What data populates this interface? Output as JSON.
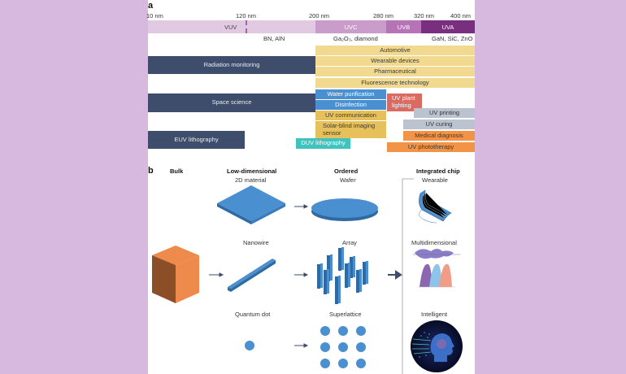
{
  "panel_a": {
    "label": "a",
    "ticks": [
      "10 nm",
      "120 nm",
      "200 nm",
      "280 nm",
      "320 nm",
      "400 nm"
    ],
    "bands": [
      {
        "name": "VUV",
        "color": "#e2c9e2"
      },
      {
        "name": "UVC",
        "color": "#c99ccb"
      },
      {
        "name": "UVB",
        "color": "#b673b6"
      },
      {
        "name": "UVA",
        "color": "#7a2e7f"
      }
    ],
    "materials": [
      "BN, AlN",
      "Ga₂O₃, diamond",
      "GaN, SiC, ZnO"
    ],
    "applications": [
      {
        "label": "Automotive",
        "category": "yellow"
      },
      {
        "label": "Wearable devices",
        "category": "yellow"
      },
      {
        "label": "Pharmaceutical",
        "category": "yellow"
      },
      {
        "label": "Fluorescence technology",
        "category": "yellow"
      },
      {
        "label": "Radiation monitoring",
        "category": "dark"
      },
      {
        "label": "Space science",
        "category": "dark"
      },
      {
        "label": "EUV lithography",
        "category": "dark"
      },
      {
        "label": "Water purification",
        "category": "blue"
      },
      {
        "label": "Disinfection",
        "category": "blue"
      },
      {
        "label": "UV plant lighting",
        "category": "red"
      },
      {
        "label": "UV communication",
        "category": "gold"
      },
      {
        "label": "Solar-blind imaging sensor",
        "category": "gold"
      },
      {
        "label": "UV printing",
        "category": "grey"
      },
      {
        "label": "UV curing",
        "category": "grey"
      },
      {
        "label": "Medical diagnosis",
        "category": "orange"
      },
      {
        "label": "UV phototherapy",
        "category": "orange"
      },
      {
        "label": "DUV lithography",
        "category": "teal"
      }
    ]
  },
  "panel_b": {
    "label": "b",
    "columns": {
      "bulk": "Bulk",
      "low_dimensional": "Low-dimensional",
      "ordered": "Ordered",
      "integrated": "Integrated chip"
    },
    "low_dimensional_items": [
      "2D material",
      "Nanowire",
      "Quantum dot"
    ],
    "ordered_items": [
      "Wafer",
      "Array",
      "Superlattice"
    ],
    "integrated_items": [
      "Wearable",
      "Multidimensional",
      "Intelligent"
    ],
    "colors": {
      "material_blue": "#4a8fcf",
      "bulk_orange": "#ee8a4c",
      "peak_purple": "#8a67b0",
      "peak_lightblue": "#8ec4ea",
      "peak_salmon": "#f19c84"
    }
  }
}
